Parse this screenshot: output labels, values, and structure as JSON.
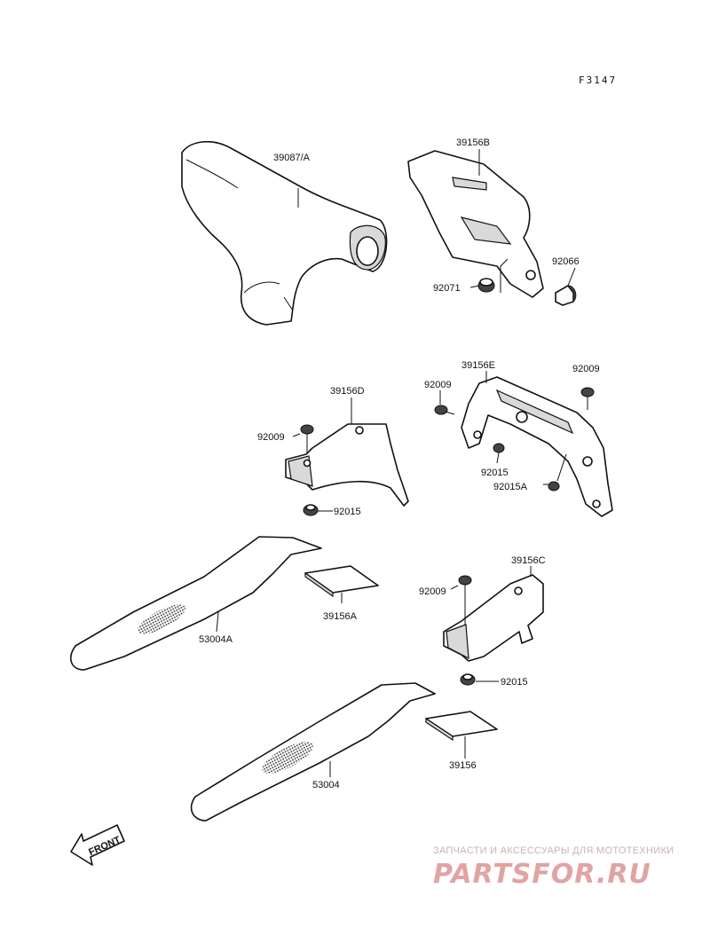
{
  "figure_code": "F3147",
  "labels": {
    "p39087A": "39087/A",
    "p39156B": "39156B",
    "p92066": "92066",
    "p92071": "92071",
    "p39156E": "39156E",
    "p92009_e1": "92009",
    "p92009_e2": "92009",
    "p92015_e": "92015",
    "p92015A": "92015A",
    "p39156D": "39156D",
    "p92009_d": "92009",
    "p92015_d": "92015",
    "p39156A": "39156A",
    "p53004A": "53004A",
    "p39156C": "39156C",
    "p92009_c": "92009",
    "p92015_c": "92015",
    "p53004": "53004",
    "p39156": "39156"
  },
  "front_label": "FRONT",
  "watermark": {
    "tagline": "ЗАПЧАСТИ И АКСЕССУАРЫ ДЛЯ МОТОТЕХНИКИ",
    "logo": "PARTSFOR.RU"
  }
}
